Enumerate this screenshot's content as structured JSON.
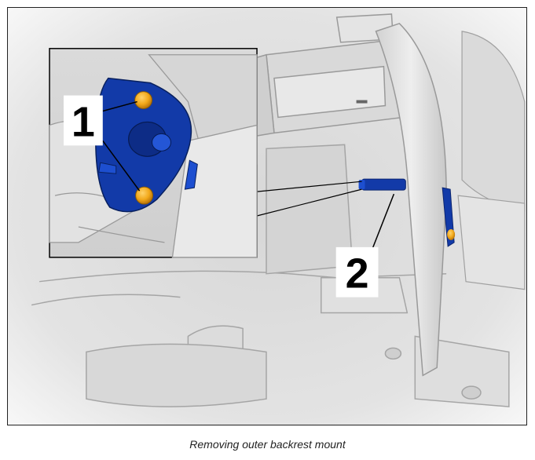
{
  "figure": {
    "callouts": [
      {
        "number": "1"
      },
      {
        "number": "2"
      }
    ],
    "part_color": "#123aa8",
    "bolt_color": "#f2a81a",
    "background_color": "#e6e6e6"
  },
  "caption": "Removing outer backrest mount"
}
